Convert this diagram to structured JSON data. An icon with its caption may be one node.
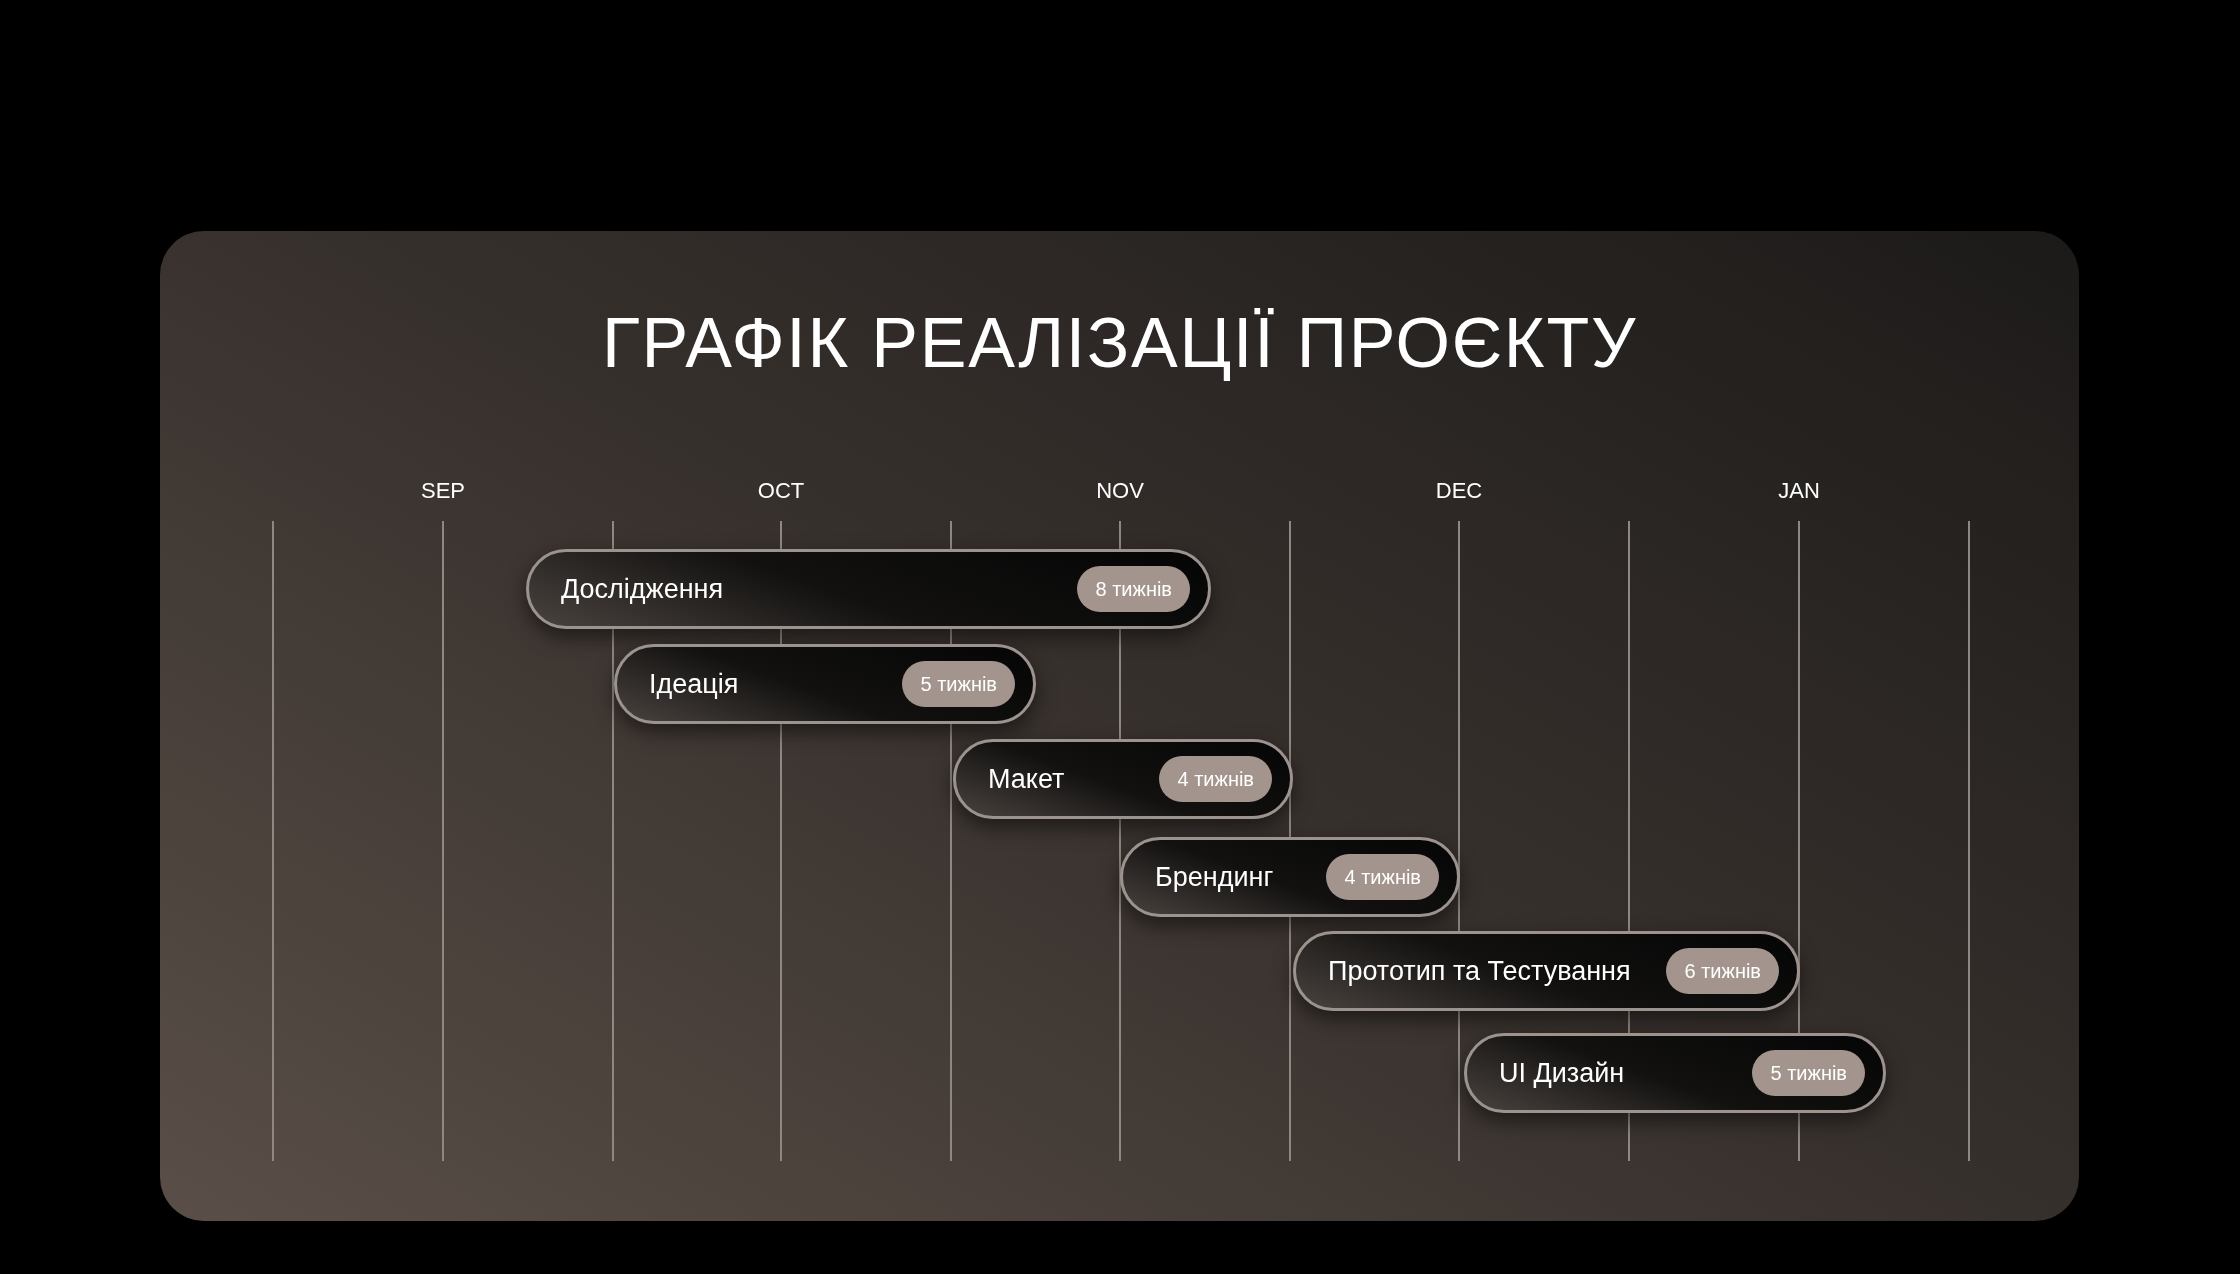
{
  "diagram": {
    "title": "ГРАФІК РЕАЛІЗАЦІЇ ПРОЄКТУ",
    "nodes": [
      {
        "text": [
          "Дослідження",
          "8 тижнів"
        ]
      },
      {
        "text": [
          "Ідеація",
          "5 тижнів"
        ]
      },
      {
        "text": [
          "Макет",
          "4 тижнів"
        ]
      },
      {
        "text": [
          "Брендинг",
          "4 тижнів"
        ]
      },
      {
        "text": [
          "Прототип та Тестування",
          "6 тижнів"
        ]
      },
      {
        "text": [
          "UI Дизайн",
          "5 тижнів"
        ]
      }
    ],
    "labels": [
      "SEP",
      "OCT",
      "NOV",
      "DEC",
      "JAN"
    ]
  }
}
